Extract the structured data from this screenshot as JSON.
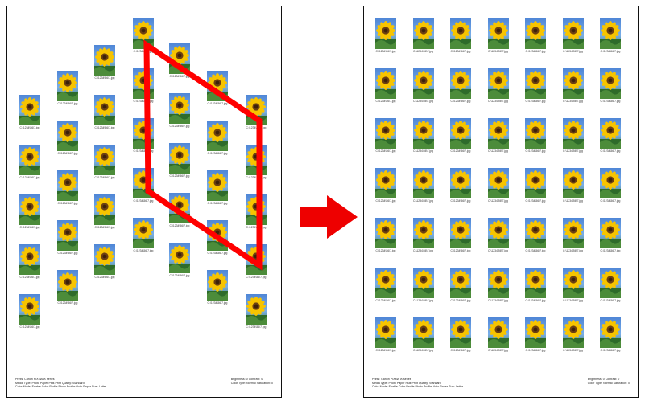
{
  "colors": {
    "highlight": "#ff0000",
    "arrow": "#ee0000",
    "sky": "#79aee9",
    "petal": "#f7c400",
    "seed": "#6b3f12"
  },
  "icons": {
    "arrow": "right-arrow-icon",
    "thumbnail": "sunflower-thumbnail-icon"
  },
  "caption": "C:\\1234\\56\\7.jpg",
  "footer": {
    "left_lines": [
      "Prints: Canon PIXMA iX series",
      "Media Type: Photo Paper Plus  Print Quality: Standard",
      "Color Mode: Enable Color Profile  Photo Profile: Auto  Paper Size: Letter"
    ],
    "right_lines": [
      "Brightness: 0  Contrast: 0",
      "Color Type: Normal  Saturation: 0"
    ]
  }
}
